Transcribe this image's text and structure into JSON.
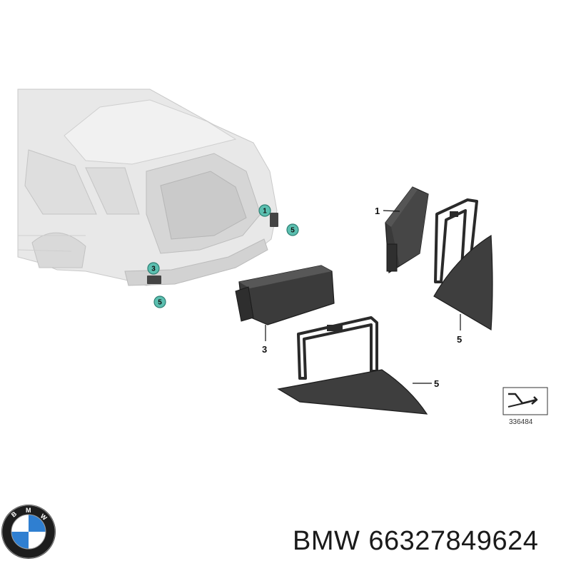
{
  "callouts": {
    "car_1": "1",
    "car_3": "3",
    "car_5a": "5",
    "car_5b": "5",
    "part_1": "1",
    "part_3": "3",
    "part_5_right": "5",
    "part_5_bottom": "5"
  },
  "diagram_number": "336484",
  "caption": {
    "brand": "BMW",
    "part_number": "66327849624"
  },
  "colors": {
    "callout_fill": "#5bbfb0",
    "part_dark": "#3a3a3a",
    "car_body": "#e6e6e6"
  }
}
